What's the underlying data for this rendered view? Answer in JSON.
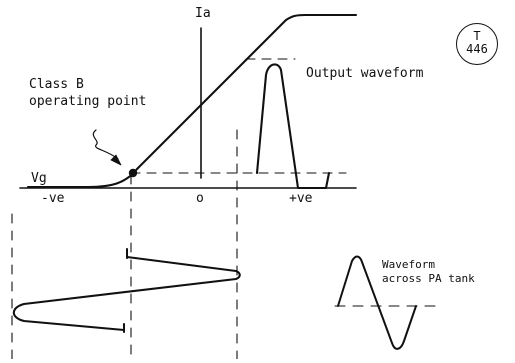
{
  "labels": {
    "ia": "Ia",
    "vg": "Vg",
    "neg": "-ve",
    "zero": "o",
    "pos": "+ve",
    "class_b_line1": "Class B",
    "class_b_line2": "operating point",
    "output_waveform": "Output waveform",
    "waveform_tank_line1": "Waveform",
    "waveform_tank_line2": "across PA tank"
  },
  "badge": {
    "line1": "T",
    "line2": "446"
  },
  "colors": {
    "ink": "#111111",
    "background": "#ffffff"
  }
}
